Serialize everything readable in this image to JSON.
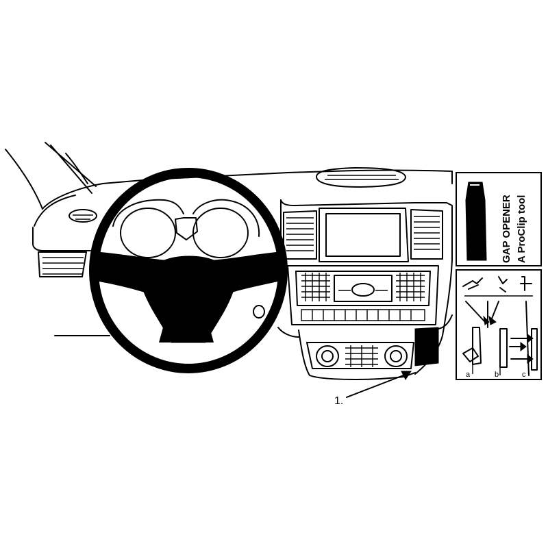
{
  "callout": {
    "number": "1."
  },
  "tool_panel": {
    "title": "GAP OPENER",
    "subtitle": "A ProClip tool"
  },
  "steps": [
    {
      "label": "a"
    },
    {
      "label": "b"
    },
    {
      "label": "c"
    }
  ]
}
